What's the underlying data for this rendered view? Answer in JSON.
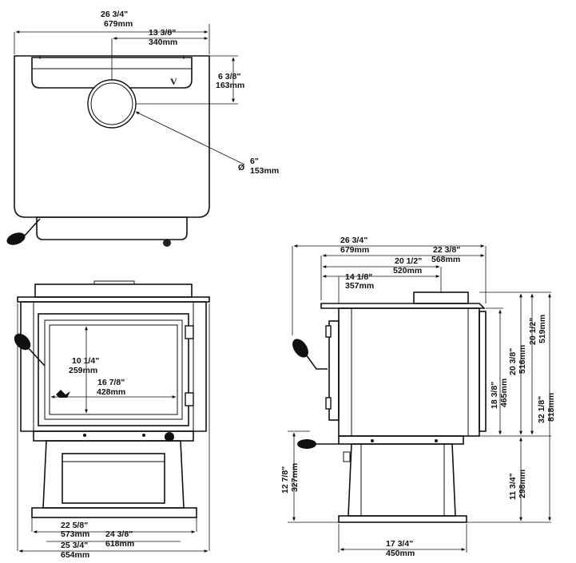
{
  "top_view": {
    "overall_width": {
      "in": "26 3/4\"",
      "mm": "679mm"
    },
    "flue_offset_x": {
      "in": "13 3/8\"",
      "mm": "340mm"
    },
    "flue_offset_y": {
      "in": "6 3/8\"",
      "mm": "163mm"
    },
    "flue_diameter_symbol": "Ø",
    "flue_diameter": {
      "in": "6\"",
      "mm": "153mm"
    },
    "logo_mark": "V"
  },
  "front_view": {
    "door_opening_height": {
      "in": "10 1/4\"",
      "mm": "259mm"
    },
    "door_opening_width": {
      "in": "16 7/8\"",
      "mm": "428mm"
    },
    "leg_span": {
      "in": "22 5/8\"",
      "mm": "573mm"
    },
    "pedestal_width": {
      "in": "24 3/8\"",
      "mm": "618mm"
    },
    "overall_width": {
      "in": "25 3/4\"",
      "mm": "654mm"
    }
  },
  "side_view": {
    "overall_depth": {
      "in": "26 3/4\"",
      "mm": "679mm"
    },
    "body_depth": {
      "in": "22 3/8\"",
      "mm": "568mm"
    },
    "flue_to_back": {
      "in": "20 1/2\"",
      "mm": "520mm"
    },
    "flue_offset": {
      "in": "14 1/8\"",
      "mm": "357mm"
    },
    "firebox_height": {
      "in": "18 3/8\"",
      "mm": "465mm"
    },
    "top_height_rear": {
      "in": "20 3/8\"",
      "mm": "516mm"
    },
    "top_height": {
      "in": "20 1/2\"",
      "mm": "519mm"
    },
    "overall_height": {
      "in": "32 1/8\"",
      "mm": "818mm"
    },
    "ash_handle_height": {
      "in": "12 7/8\"",
      "mm": "327mm"
    },
    "pedestal_height": {
      "in": "11 3/4\"",
      "mm": "298mm"
    },
    "pedestal_depth": {
      "in": "17 3/4\"",
      "mm": "450mm"
    }
  }
}
